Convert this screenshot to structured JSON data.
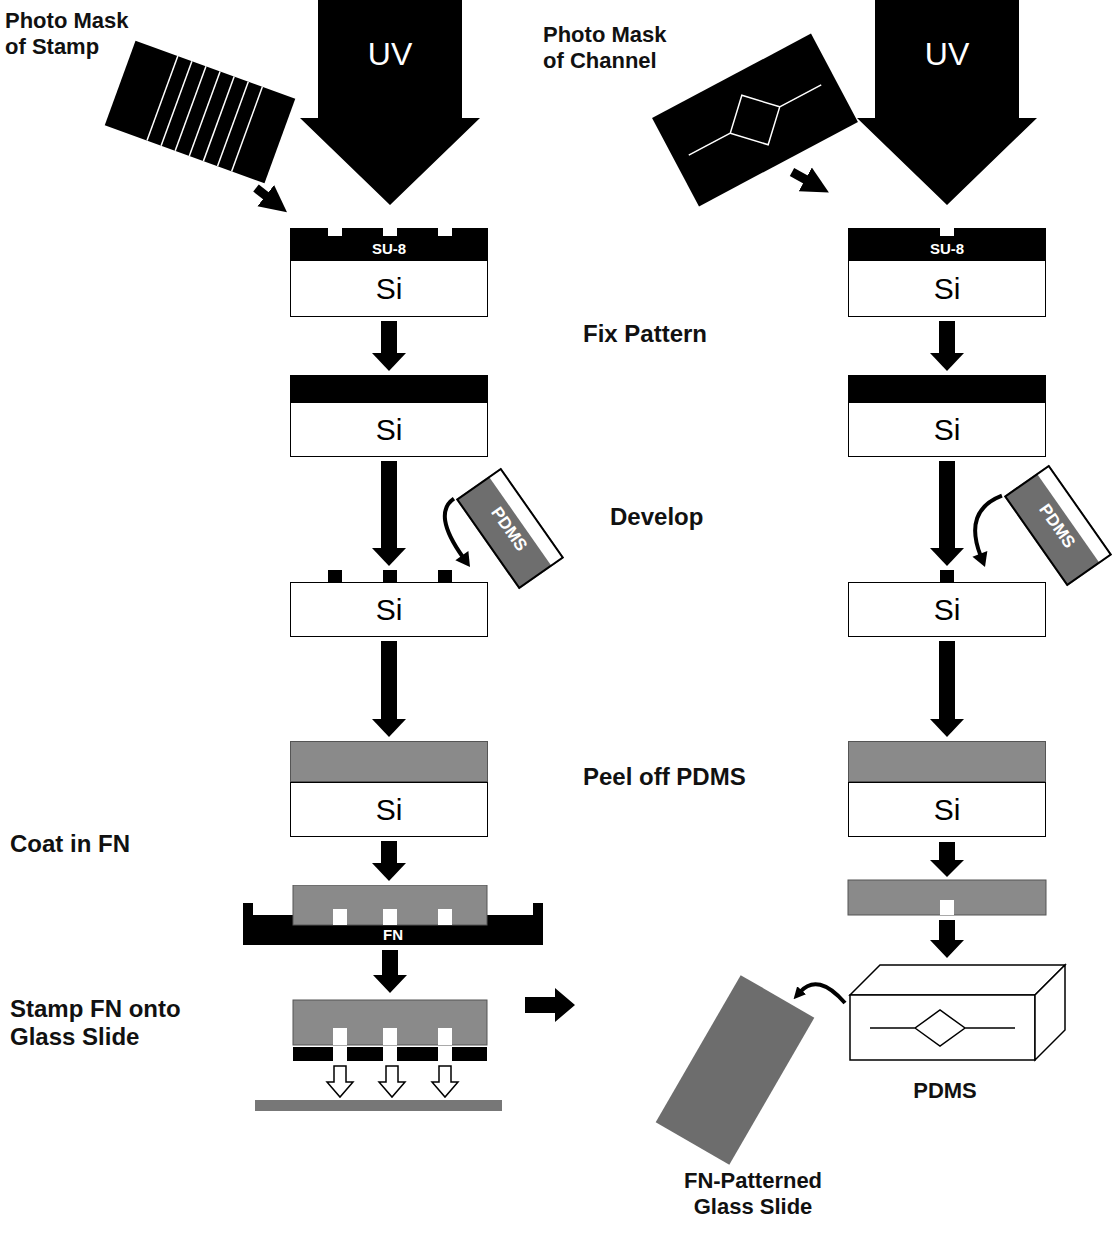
{
  "diagram": {
    "nodes": [
      {
        "text": [
          "UV"
        ]
      },
      {
        "text": [
          "UV"
        ]
      },
      {
        "text": [
          "Si"
        ]
      },
      {
        "text": [
          "SU-8"
        ],
        "in": 2
      },
      {
        "text": [
          "Si"
        ]
      },
      {
        "text": [
          "SU-8"
        ],
        "in": 4
      },
      {
        "text": [
          "Si"
        ]
      },
      {
        "text": [
          "Si"
        ]
      },
      {
        "text": [
          "PDMS"
        ]
      },
      {
        "text": [
          "Si"
        ]
      },
      {
        "text": [
          "PDMS"
        ]
      },
      {
        "text": [
          "Si"
        ]
      },
      {
        "text": [
          "Si"
        ]
      },
      {
        "text": [
          "Si"
        ]
      },
      {
        "text": [
          "FN"
        ]
      }
    ],
    "edges": [
      {
        "from": 2,
        "to": 6,
        "arrow": "to"
      },
      {
        "from": 4,
        "to": 7,
        "arrow": "to"
      },
      {
        "from": 6,
        "to": 9,
        "arrow": "to"
      },
      {
        "from": 7,
        "to": 11,
        "arrow": "to"
      },
      {
        "from": 8,
        "to": 9,
        "arrow": "to"
      },
      {
        "from": 10,
        "to": 11,
        "arrow": "to"
      },
      {
        "from": 9,
        "to": 12,
        "arrow": "to"
      },
      {
        "from": 11,
        "to": 13,
        "arrow": "to"
      },
      {
        "from": 12,
        "to": 14,
        "arrow": "to"
      }
    ],
    "labels": [
      "Photo Mask of Stamp",
      "Photo Mask of Channel",
      "Fix Pattern",
      "Develop",
      "Peel off PDMS",
      "Coat in FN",
      "Stamp FN onto Glass Slide",
      "FN-Patterned Glass Slide",
      "PDMS"
    ]
  }
}
